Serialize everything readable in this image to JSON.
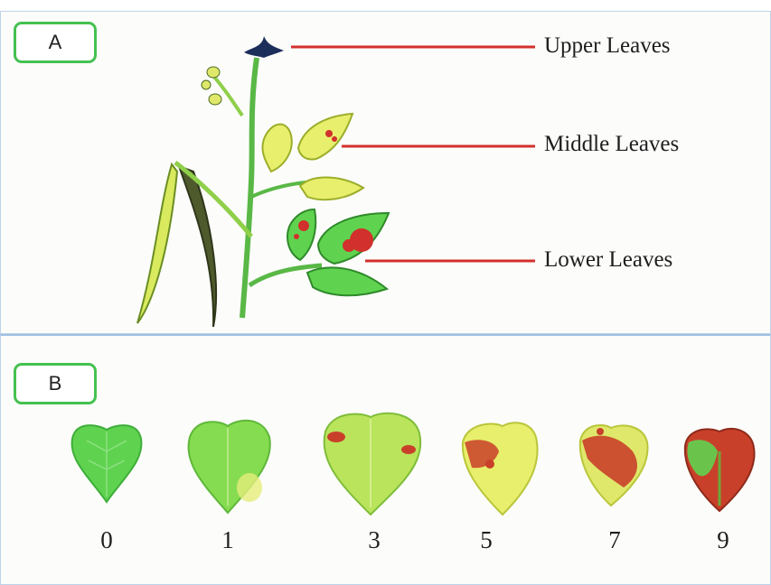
{
  "panel_a": {
    "label": "A",
    "callouts": {
      "upper": "Upper Leaves",
      "middle": "Middle Leaves",
      "lower": "Lower Leaves"
    }
  },
  "panel_b": {
    "label": "B",
    "scores": [
      "0",
      "1",
      "3",
      "5",
      "7",
      "9"
    ]
  },
  "colors": {
    "frame": "#bcd3ea",
    "tag_border": "#44c150",
    "leader": "#d2302c",
    "healthy": "#5fd34f",
    "chlorotic": "#e8ef6c",
    "necrotic": "#c9402a"
  }
}
